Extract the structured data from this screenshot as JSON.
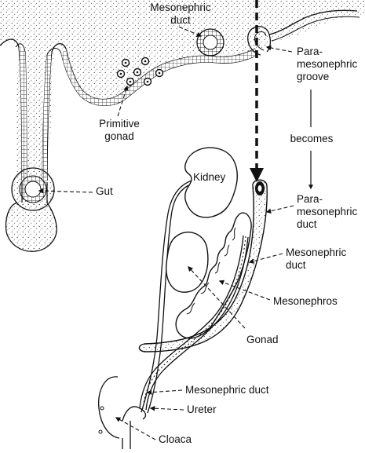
{
  "figure": {
    "labels": {
      "mesonephric_duct_top": [
        "Mesonephric",
        "duct"
      ],
      "paramesonephric_groove": [
        "Para-",
        "mesonephric",
        "groove"
      ],
      "primitive_gonad": [
        "Primitive",
        "gonad"
      ],
      "becomes": "becomes",
      "gut": "Gut",
      "kidney": "Kidney",
      "paramesonephric_duct": [
        "Para-",
        "mesonephric",
        "duct"
      ],
      "mesonephric_duct_mid": [
        "Mesonephric",
        "duct"
      ],
      "mesonephros": "Mesonephros",
      "gonad": "Gonad",
      "mesonephric_duct_low": "Mesonephric duct",
      "ureter": "Ureter",
      "cloaca": "Cloaca"
    },
    "colors": {
      "ink": "#111111",
      "paper": "#ffffff",
      "stipple": "#333333"
    }
  }
}
